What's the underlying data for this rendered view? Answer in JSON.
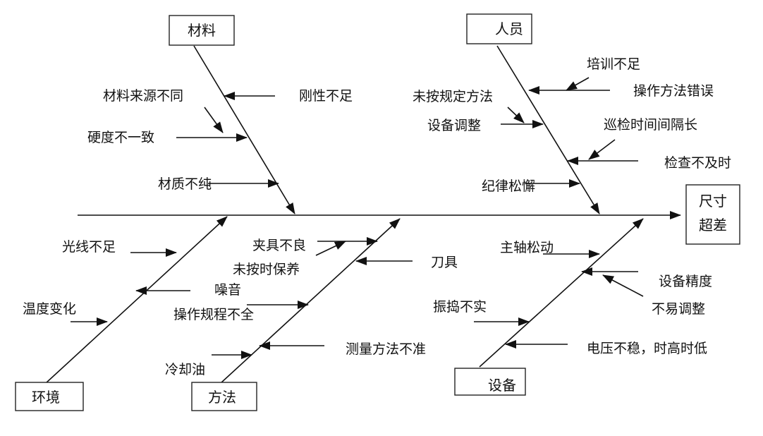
{
  "effect": {
    "line1": "尺寸",
    "line2": "超差"
  },
  "categories": {
    "materials": "材料",
    "people": "人员",
    "environment": "环境",
    "methods": "方法",
    "equipment": "设备"
  },
  "causes": {
    "materials_source": "材料来源不同",
    "rigidity": "刚性不足",
    "hardness": "硬度不一致",
    "impurity": "材质不纯",
    "training": "培训不足",
    "operation_error": "操作方法错误",
    "not_per_spec": "未按规定方法",
    "equipment_adjust": "设备调整",
    "patrol_interval": "巡检时间间隔长",
    "inspection_late": "检查不及时",
    "discipline": "纪律松懈",
    "light": "光线不足",
    "temperature": "温度变化",
    "noise": "噪音",
    "fixture": "夹具不良",
    "no_maintenance": "未按时保养",
    "procedure_incomplete": "操作规程不全",
    "tool": "刀具",
    "coolant": "冷却油",
    "measurement": "测量方法不准",
    "spindle": "主轴松动",
    "precision": "设备精度",
    "hard_adjust": "不易调整",
    "vibration": "振捣不实",
    "voltage": "电压不稳，时高时低"
  }
}
